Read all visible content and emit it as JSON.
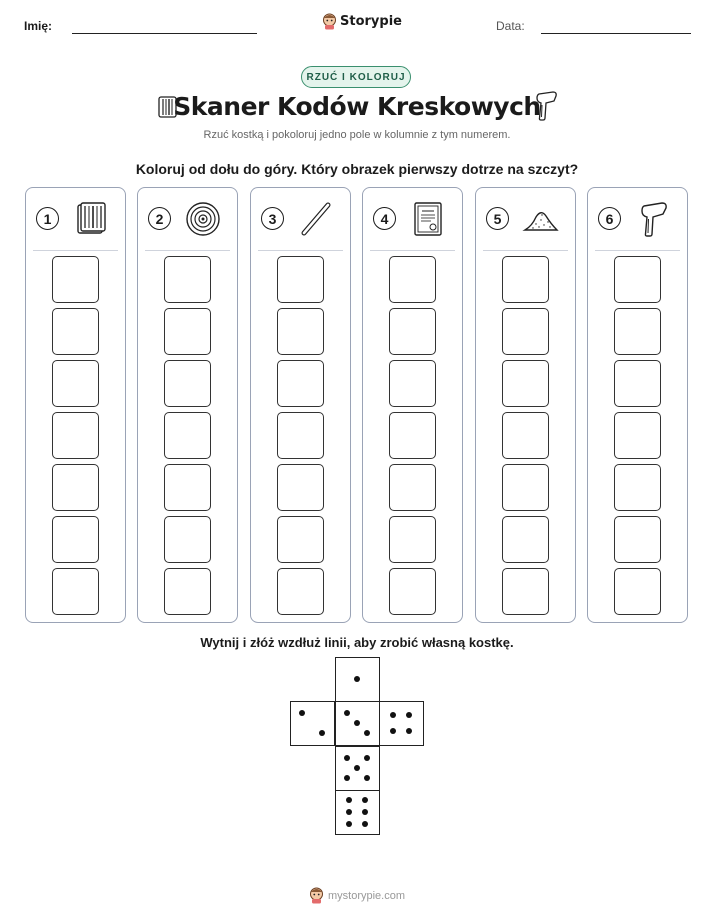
{
  "header": {
    "name_label": "Imię:",
    "date_label": "Data:",
    "brand": "Storypie"
  },
  "badge": "RZUĆ I KOLORUJ",
  "title": "Skaner Kodów Kreskowych",
  "subtitle": "Rzuć kostką i pokoloruj jedno pole w kolumnie z tym numerem.",
  "instruction": "Koloruj od dołu do góry. Który obrazek pierwszy dotrze na szczyt?",
  "columns": [
    {
      "number": "1",
      "icon": "barcode-cards-icon"
    },
    {
      "number": "2",
      "icon": "target-rings-icon"
    },
    {
      "number": "3",
      "icon": "laser-beam-icon"
    },
    {
      "number": "4",
      "icon": "certificate-document-icon"
    },
    {
      "number": "5",
      "icon": "sand-pile-icon"
    },
    {
      "number": "6",
      "icon": "barcode-scanner-icon"
    }
  ],
  "boxes_per_column": 7,
  "cut_instruction": "Wytnij i złóż wzdłuż linii, aby zrobić własną kostkę.",
  "die_faces": [
    1,
    2,
    3,
    4,
    5,
    6
  ],
  "footer": "mystorypie.com"
}
